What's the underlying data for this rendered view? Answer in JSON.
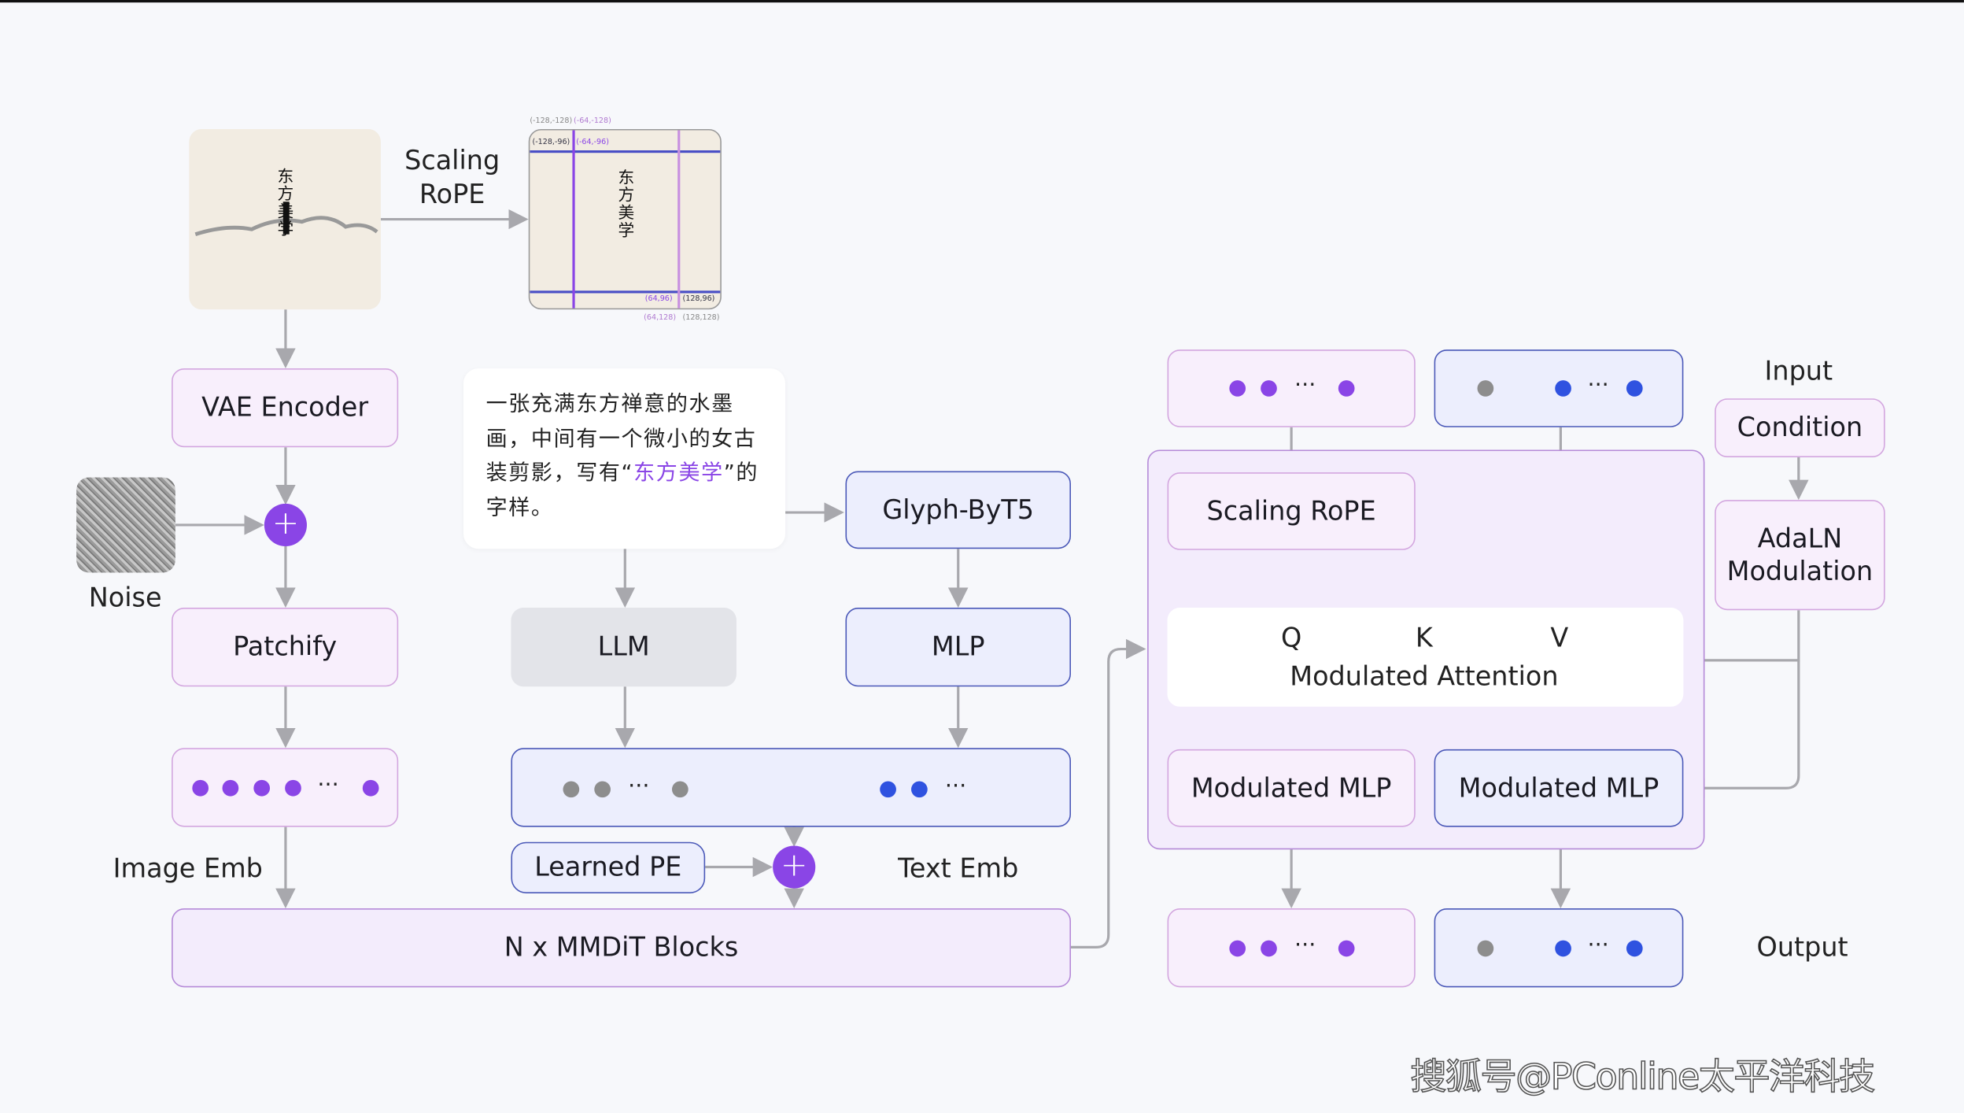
{
  "colors": {
    "purple_dot": "#8a45e6",
    "blue_dot": "#2f52e0",
    "gray_dot": "#8d8d8d",
    "pink_fill": "#f8effc",
    "blue_fill": "#eceefd"
  },
  "left": {
    "scaling_rope_label": [
      "Scaling",
      "RoPE"
    ],
    "poster_text": "东方美学",
    "rope_coords": [
      "(-128,-128)",
      "(-64,-128)",
      "(-128,-96)",
      "(-64,-96)",
      "(64,96)",
      "(128,96)",
      "(64,128)",
      "(128,128)"
    ],
    "vae_encoder": "VAE Encoder",
    "noise": "Noise",
    "patchify": "Patchify",
    "image_emb": "Image Emb",
    "mmdit": "N x MMDiT Blocks"
  },
  "middle": {
    "prompt_pre": "一张充满东方禅意的水墨画，中间有一个微小的女古装剪影，写有“",
    "prompt_highlight": "东方美学",
    "prompt_post": "”的字样。",
    "prompt_highlight_color": "#8a45e6",
    "glyph": "Glyph-ByT5",
    "llm": "LLM",
    "mlp": "MLP",
    "learned_pe": "Learned PE",
    "text_emb": "Text Emb",
    "ellipsis": "···"
  },
  "right": {
    "scaling_rope": "Scaling RoPE",
    "q": "Q",
    "k": "K",
    "v": "V",
    "attention": "Modulated Attention",
    "mlp_left": "Modulated MLP",
    "mlp_right": "Modulated MLP",
    "input": "Input",
    "condition": "Condition",
    "adaln": "AdaLN Modulation",
    "output": "Output"
  },
  "watermark": "搜狐号@PConline太平洋科技"
}
